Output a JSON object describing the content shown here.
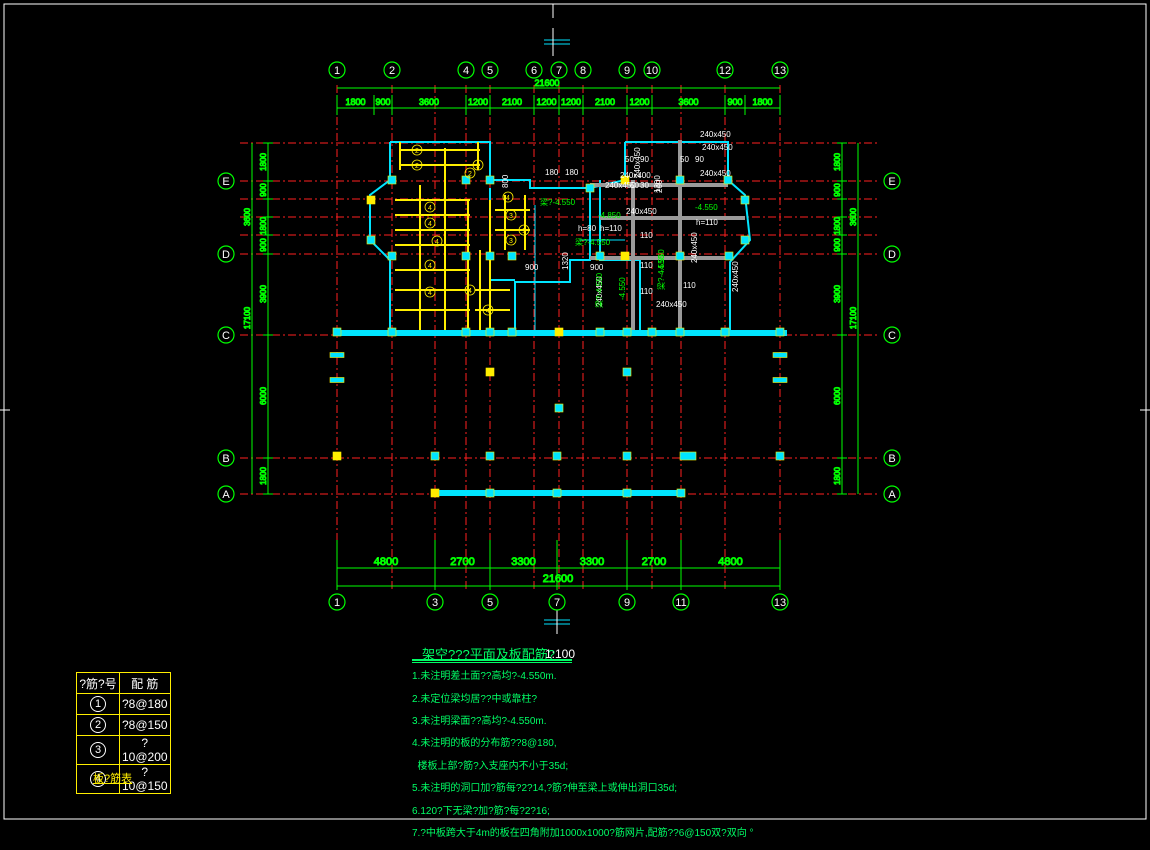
{
  "grid_top": {
    "bubbles": [
      "1",
      "2",
      "4",
      "5",
      "6",
      "7",
      "8",
      "9",
      "10",
      "12",
      "13"
    ],
    "total": "21600",
    "spans": [
      "1800",
      "900",
      "3600",
      "1200",
      "2100",
      "1200",
      "1200",
      "2100",
      "1200",
      "3600",
      "900",
      "1800"
    ]
  },
  "grid_bottom": {
    "bubbles": [
      "1",
      "3",
      "5",
      "7",
      "9",
      "11",
      "13"
    ],
    "spans": [
      "4800",
      "2700",
      "3300",
      "3300",
      "2700",
      "4800"
    ],
    "total": "21600"
  },
  "grid_rows": {
    "bubbles": [
      "E",
      "D",
      "C",
      "B",
      "A"
    ],
    "left_inner": [
      "1800",
      "900",
      "1800",
      "900",
      "3900",
      "6000",
      "1800"
    ],
    "left_outer": [
      "3600",
      "17100"
    ],
    "right_inner": [
      "1800",
      "900",
      "1800",
      "900",
      "3900",
      "6000",
      "1800"
    ],
    "right_outer": [
      "3600",
      "17100"
    ]
  },
  "beam_labels": [
    "240x450",
    "240x450",
    "240x450",
    "240x450",
    "240x450",
    "240x450",
    "240x450",
    "240x450",
    "240x450",
    "240x400",
    "240x450",
    "180",
    "180",
    "50",
    "90",
    "50",
    "90",
    "50",
    "30",
    "200",
    "1200",
    "800",
    "900",
    "900",
    "1320",
    "110",
    "110",
    "110",
    "110",
    "h=110",
    "h=110",
    "h=80"
  ],
  "level_labels": [
    "梁?-4.550",
    "-4.850",
    "-4.550",
    "梁?-4.550",
    "-4.550",
    "梁?-4.550",
    "-4.550",
    "梁?-4.550"
  ],
  "slab_marks": [
    "2",
    "2",
    "2",
    "4",
    "4",
    "4",
    "4",
    "4",
    "4",
    "4",
    "3",
    "3",
    "4",
    "1",
    "2"
  ],
  "title": {
    "text": "架空???平面及板配筋?",
    "scale": "1:100"
  },
  "notes": [
    "1.未注明差土面??高均?-4.550m.",
    "2.未定位梁均居??中或靠柱?",
    "3.未注明梁面??高均?-4.550m.",
    "4.未注明的板的分布筋??8@180,",
    "  楼板上部?筋?入支座内不小于35d;",
    "5.未注明的洞口加?筋每?2?14,?筋?伸至梁上或伸出洞口35d;",
    "6.120?下无梁?加?筋?每?2?16;",
    "7.?中板跨大于4m的板在四角附加1000x1000?筋网片,配筋??6@150双?双向 °"
  ],
  "rebar_table": {
    "headers": [
      "?筋?号",
      "配  筋"
    ],
    "rows": [
      {
        "mark": "1",
        "spec": "?8@180"
      },
      {
        "mark": "2",
        "spec": "?8@150"
      },
      {
        "mark": "3",
        "spec": "?10@200"
      },
      {
        "mark": "4",
        "spec": "?10@150"
      }
    ],
    "caption": "板?筋表"
  },
  "colors": {
    "background": "#000000",
    "grid_line": "#ff2020",
    "dimension": "#00ff00",
    "wall": "#00e5ff",
    "rebar": "#ffee00",
    "text": "#ffffff",
    "notes": "#00ff66"
  }
}
